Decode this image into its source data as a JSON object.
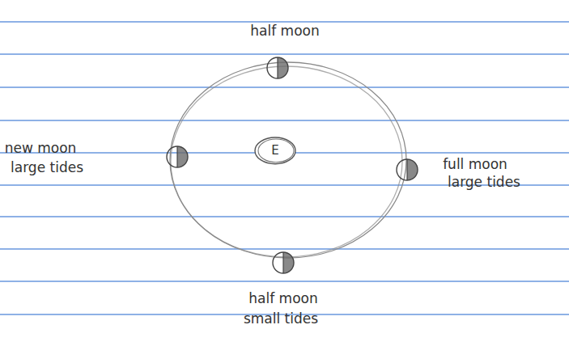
{
  "diagram": {
    "nodes": [
      {
        "text": [
          "half moon"
        ]
      },
      {
        "text": [
          "new moon",
          "large tides"
        ]
      },
      {
        "text": [
          "E"
        ]
      },
      {
        "text": [
          "full moon",
          "large tides"
        ]
      },
      {
        "text": [
          "half moon",
          "small tides"
        ]
      }
    ]
  }
}
